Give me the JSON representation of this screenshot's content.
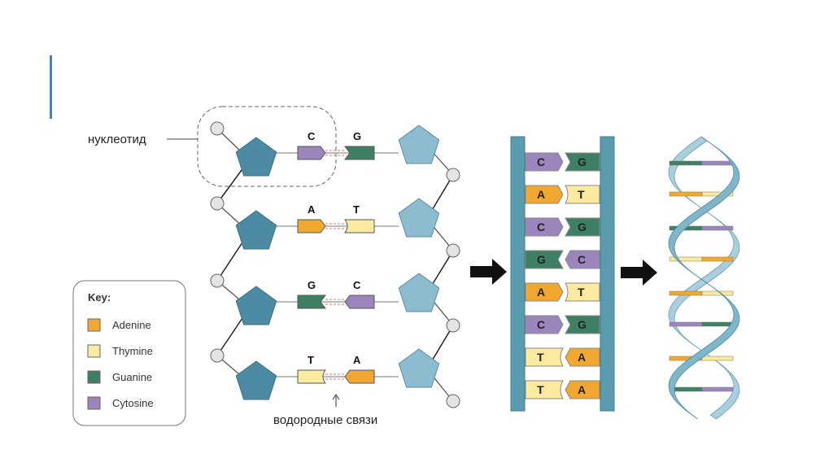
{
  "labels": {
    "nucleotide": "нуклеотид",
    "hydrogen_bonds": "водородные связи"
  },
  "key": {
    "title": "Key:",
    "items": [
      {
        "label": "Adenine",
        "color": "#f0a830"
      },
      {
        "label": "Thymine",
        "color": "#fbeaa0"
      },
      {
        "label": "Guanine",
        "color": "#3f7f64"
      },
      {
        "label": "Cytosine",
        "color": "#9c85bc"
      }
    ]
  },
  "colors": {
    "A": "#f0a830",
    "T": "#fbeaa0",
    "G": "#3f7f64",
    "C": "#9c85bc",
    "sugar_left": "#4d8ba5",
    "sugar_right": "#8dbcd0",
    "rail": "#5b9bb0",
    "phosphate": "#e4e4e4",
    "accent": "#2a8fc4"
  },
  "strand_pairs": [
    {
      "left": "C",
      "right": "G"
    },
    {
      "left": "A",
      "right": "T"
    },
    {
      "left": "G",
      "right": "C"
    },
    {
      "left": "T",
      "right": "A"
    }
  ],
  "ladder_pairs": [
    {
      "left": "C",
      "right": "G"
    },
    {
      "left": "A",
      "right": "T"
    },
    {
      "left": "C",
      "right": "G"
    },
    {
      "left": "G",
      "right": "C"
    },
    {
      "left": "A",
      "right": "T"
    },
    {
      "left": "C",
      "right": "G"
    },
    {
      "left": "T",
      "right": "A"
    },
    {
      "left": "T",
      "right": "A"
    }
  ]
}
